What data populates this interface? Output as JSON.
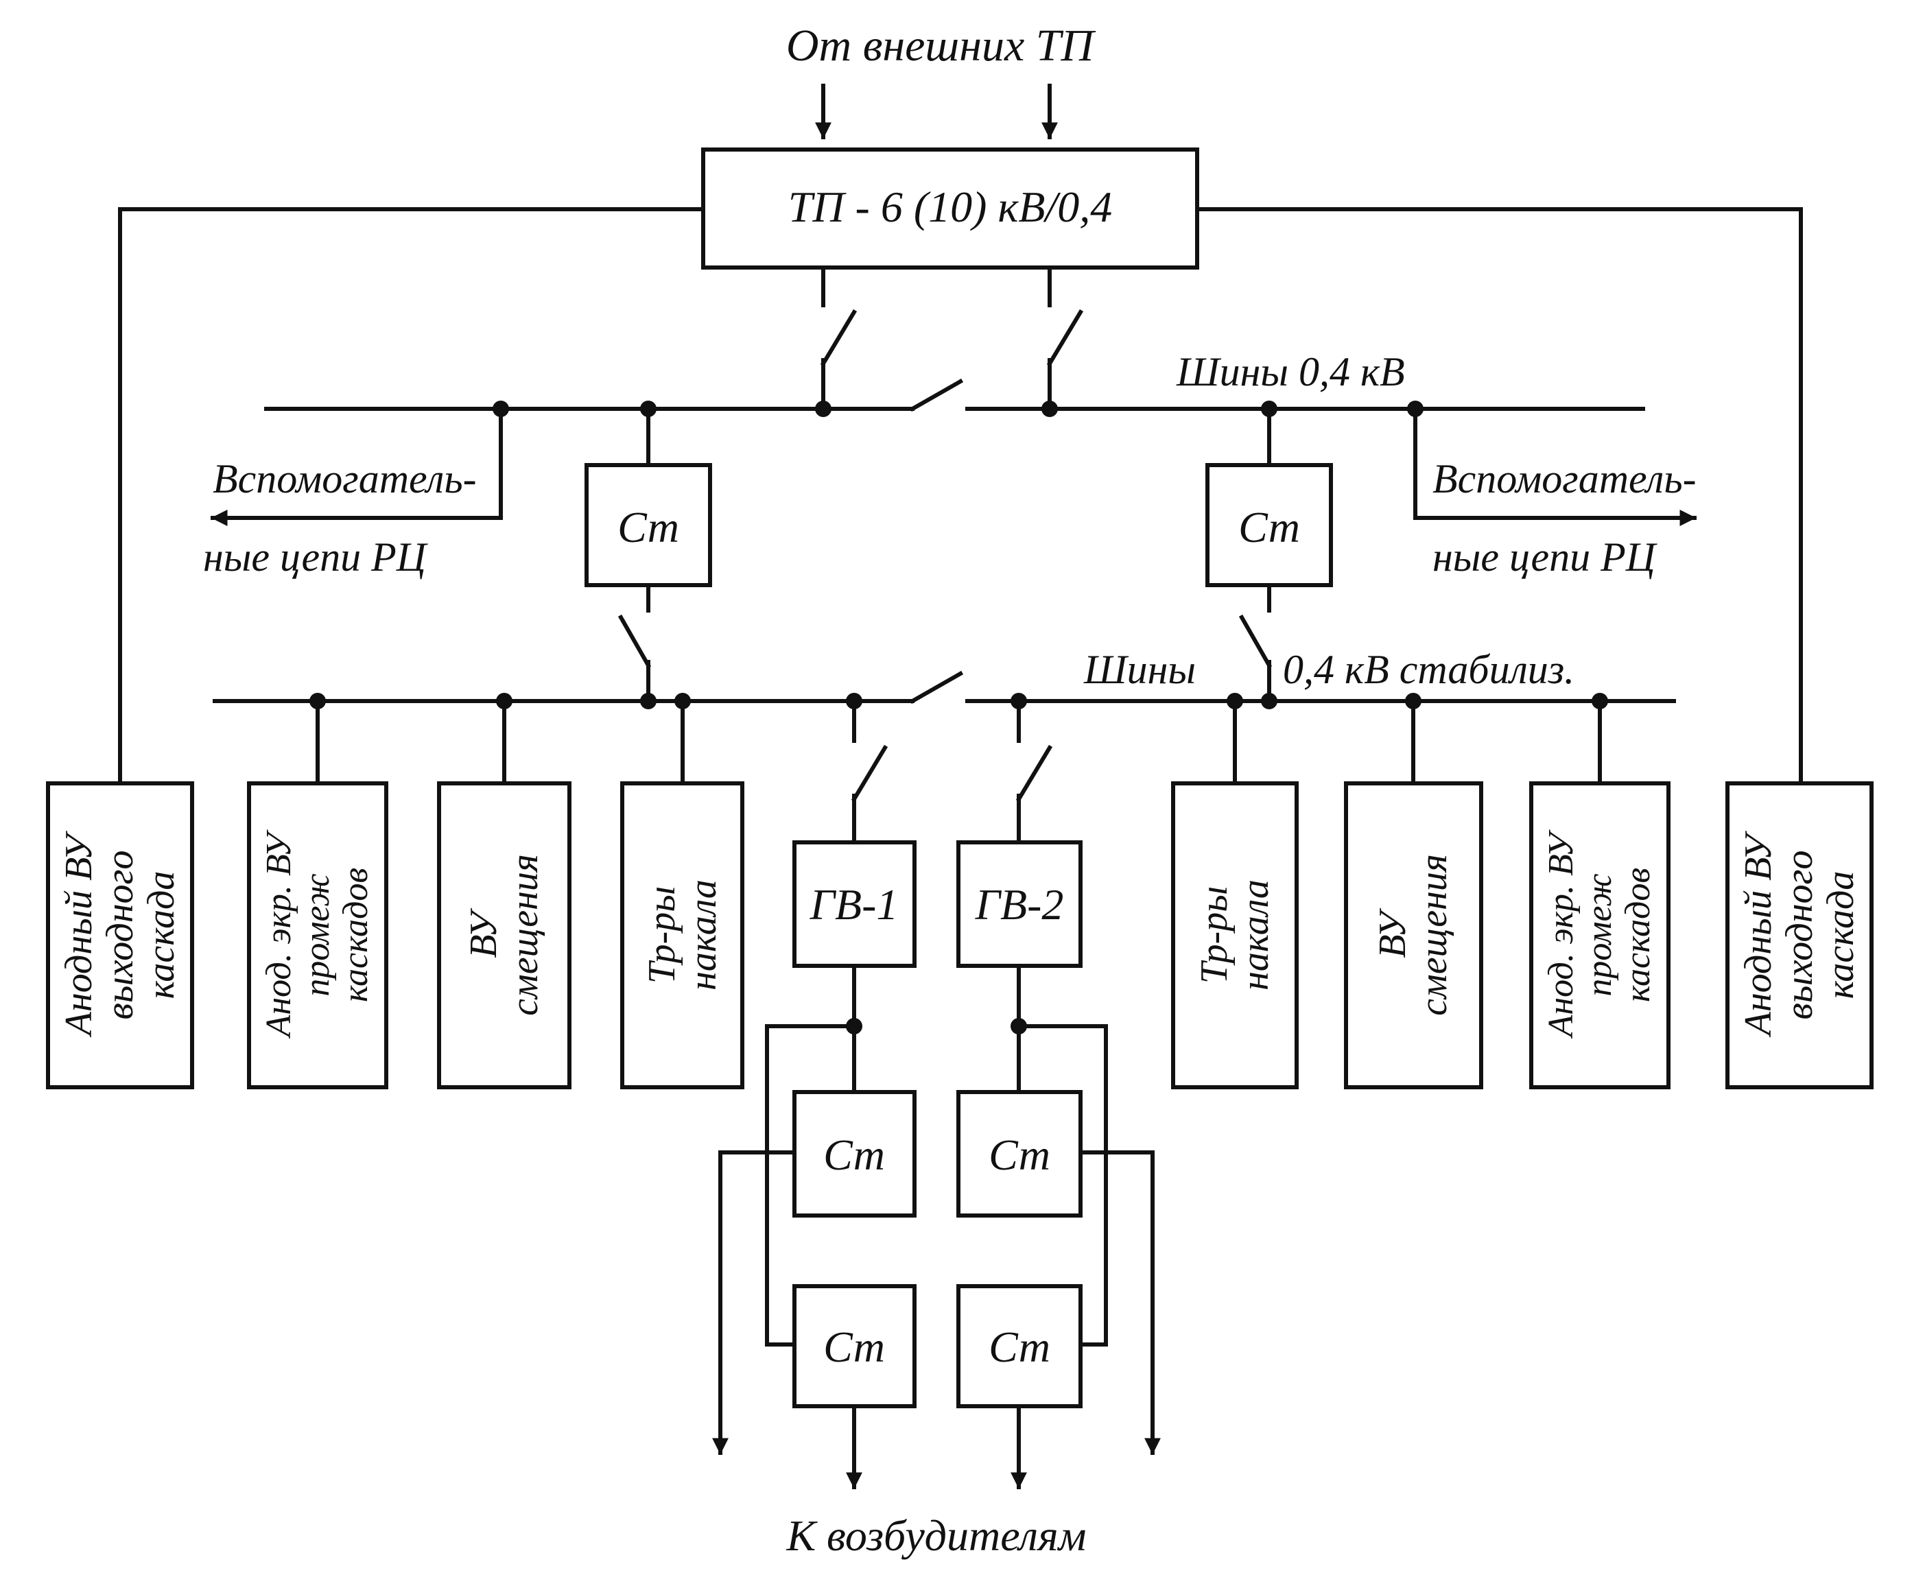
{
  "labels": {
    "from_external": "От  внешних  ТП",
    "tp_box": "ТП - 6 (10) кВ/0,4",
    "bus_top": "Шины  0,4  кВ",
    "aux_l1": "Вспомогатель-",
    "aux_l2": "ные  цепи  РЦ",
    "st": "Ст",
    "bus_stab_1": "Шины",
    "bus_stab_2": "0,4  кВ  стабилиз.",
    "gv1": "ГВ-1",
    "gv2": "ГВ-2",
    "exciters": "К возбудителям"
  },
  "loads": {
    "anode_out": [
      "Анодный ВУ",
      "выходного",
      "каскада"
    ],
    "anode_screen": [
      "Анод. экр. ВУ",
      "промеж",
      "каскадов"
    ],
    "bias": [
      "ВУ",
      "смещения"
    ],
    "heater": [
      "Тр-ры",
      "накала"
    ]
  }
}
